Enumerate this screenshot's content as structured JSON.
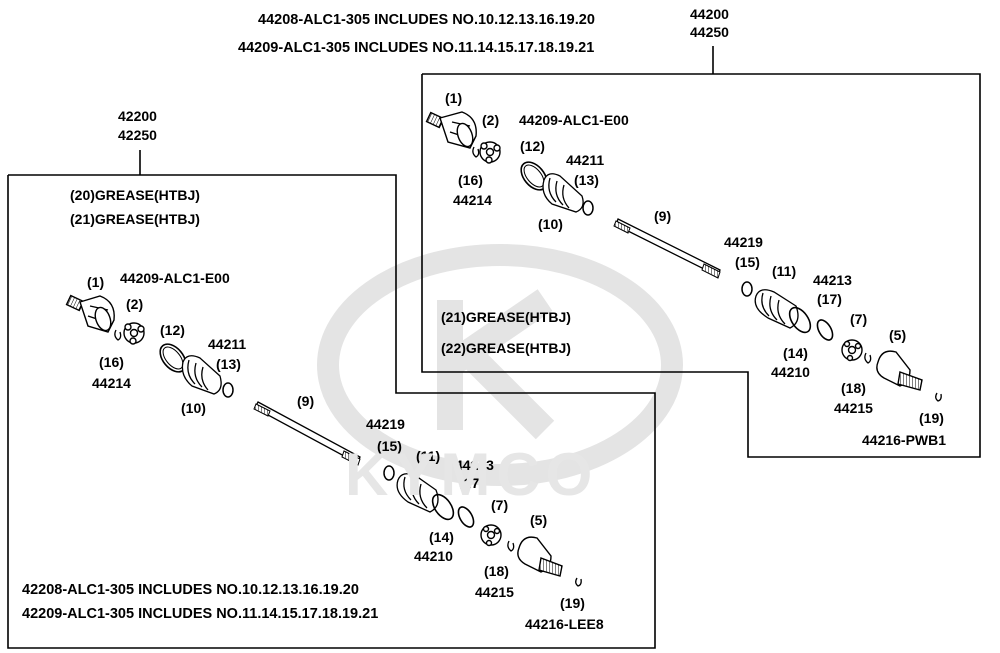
{
  "right_assembly": {
    "header_line1": "44208-ALC1-305  INCLUDES NO.10.12.13.16.19.20",
    "header_line2": "44209-ALC1-305  INCLUDES NO.11.14.15.17.18.19.21",
    "part_no_a": "44200",
    "part_no_b": "44250",
    "grease_a": "(21)GREASE(HTBJ)",
    "grease_b": "(22)GREASE(HTBJ)",
    "labels": {
      "n1": "(1)",
      "n2": "(2)",
      "p44209": "44209-ALC1-E00",
      "n12": "(12)",
      "p44211": "44211",
      "n13": "(13)",
      "n16": "(16)",
      "p44214": "44214",
      "n10": "(10)",
      "n9": "(9)",
      "p44219": "44219",
      "n15": "(15)",
      "n11": "(11)",
      "p44213": "44213",
      "n17": "(17)",
      "n7": "(7)",
      "n5": "(5)",
      "n14": "(14)",
      "p44210": "44210",
      "n18": "(18)",
      "p44215": "44215",
      "n19": "(19)",
      "p44216": "44216-PWB1"
    }
  },
  "left_assembly": {
    "part_no_a": "42200",
    "part_no_b": "42250",
    "grease_a": "(20)GREASE(HTBJ)",
    "grease_b": "(21)GREASE(HTBJ)",
    "footer_line1": "42208-ALC1-305  INCLUDES NO.10.12.13.16.19.20",
    "footer_line2": "42209-ALC1-305  INCLUDES NO.11.14.15.17.18.19.21",
    "labels": {
      "n1": "(1)",
      "p44209": "44209-ALC1-E00",
      "n2": "(2)",
      "n12": "(12)",
      "p44211": "44211",
      "n13": "(13)",
      "n16": "(16)",
      "p44214": "44214",
      "n10": "(10)",
      "n9": "(9)",
      "p44219": "44219",
      "n15": "(15)",
      "n11": "(11)",
      "p44213": "44213",
      "n17": "(17)",
      "n7": "(7)",
      "n5": "(5)",
      "n14": "(14)",
      "p44210": "44210",
      "n18": "(18)",
      "p44215": "44215",
      "n19": "(19)",
      "p44216": "44216-LEE8"
    }
  },
  "watermark": {
    "text": "KYMCO"
  }
}
